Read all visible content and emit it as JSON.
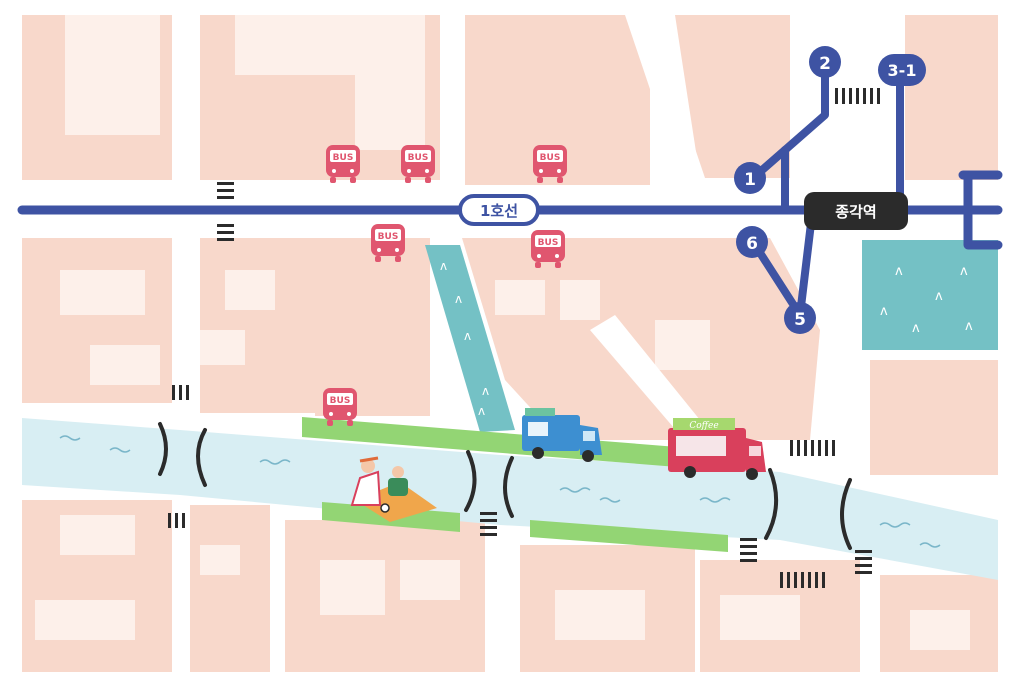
{
  "metro": {
    "line_label": "1호선",
    "station_name": "종각역",
    "exits": [
      {
        "label": "1"
      },
      {
        "label": "2"
      },
      {
        "label": "3-1"
      },
      {
        "label": "5"
      },
      {
        "label": "6"
      }
    ]
  },
  "bus_stops": [
    {
      "label": "BUS"
    },
    {
      "label": "BUS"
    },
    {
      "label": "BUS"
    },
    {
      "label": "BUS"
    },
    {
      "label": "BUS"
    },
    {
      "label": "BUS"
    }
  ],
  "food_truck": {
    "sign": "Coffee"
  },
  "colors": {
    "block": "#f8d8cb",
    "road": "#ffffff",
    "metro": "#3e53a3",
    "stream": "#d8eef3",
    "park": "#74c1c5",
    "grass": "#93d574",
    "bus": "#e0566f",
    "station_bg": "#2b2b2b"
  }
}
